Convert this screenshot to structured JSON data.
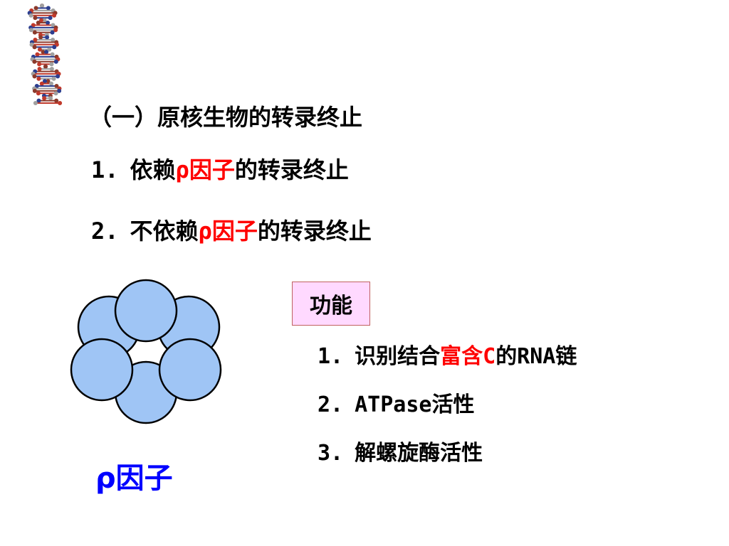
{
  "section_heading": "（一）原核生物的转录终止",
  "item1": {
    "num": "1.",
    "pre": "依赖",
    "highlight": "ρ因子",
    "post": "的转录终止"
  },
  "item2": {
    "num": "2.",
    "pre": "不依赖",
    "highlight": "ρ因子",
    "post": "的转录终止"
  },
  "function_label": "功能",
  "functions": [
    {
      "num": "1.",
      "pre": "识别结合",
      "highlight": "富含C",
      "post": "的RNA链"
    },
    {
      "num": "2.",
      "text": "ATPase活性"
    },
    {
      "num": "3.",
      "text": "解螺旋酶活性"
    }
  ],
  "rho_caption": "ρ因子",
  "colors": {
    "highlight": "#ff0000",
    "caption": "#0000ff",
    "subunit_fill": "#9fc5f5",
    "subunit_stroke": "#000000",
    "function_box": "#ffd9ff"
  },
  "decoration": "dna-helix-icon"
}
